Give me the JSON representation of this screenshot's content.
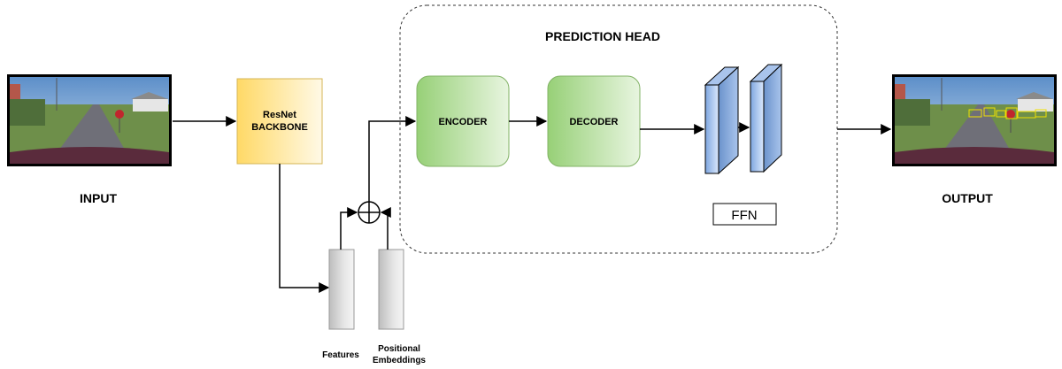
{
  "diagram": {
    "input_label": "INPUT",
    "output_label": "OUTPUT",
    "backbone_line1": "ResNet",
    "backbone_line2": "BACKBONE",
    "prediction_head_title": "PREDICTION HEAD",
    "encoder_label": "ENCODER",
    "decoder_label": "DECODER",
    "ffn_label": "FFN",
    "features_label": "Features",
    "positional_line1": "Positional",
    "positional_line2": "Embeddings"
  },
  "colors": {
    "backbone_fill_start": "#ffd966",
    "backbone_fill_end": "#fff9e6",
    "block_fill_start": "#97d077",
    "block_fill_end": "#e8f5e0",
    "block_stroke": "#82b366",
    "ffn_fill_start": "#7ea6e0",
    "ffn_fill_end": "#dae8fc",
    "ffn_stroke": "#000000",
    "column_fill": "#d0d0d0"
  },
  "icons": {
    "input_image": "road-scene-photo",
    "output_image": "road-scene-photo-with-detections",
    "sum_node": "circle-plus-icon"
  }
}
